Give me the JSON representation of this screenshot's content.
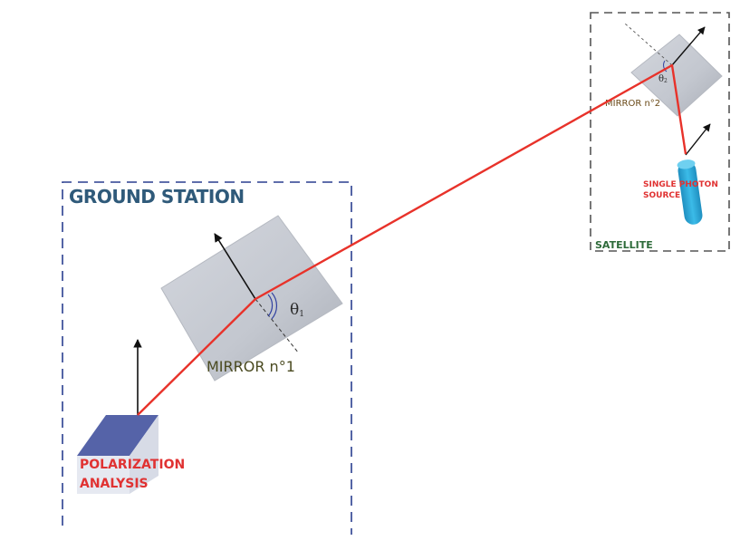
{
  "ground_station": {
    "title": "GROUND STATION",
    "mirror_label": "MIRROR n°1",
    "angle_label": "θ",
    "angle_subscript": "1",
    "analysis_label_line1": "POLARIZATION",
    "analysis_label_line2": "ANALYSIS"
  },
  "satellite": {
    "title": "SATELLITE",
    "mirror_label": "MIRROR n°2",
    "angle_label": "θ",
    "angle_subscript": "2",
    "source_label_line1": "SINGLE PHOTON",
    "source_label_line2": "SOURCE"
  },
  "colors": {
    "beam": "#e8322a",
    "ground_box_border": "#2a3f8f",
    "satellite_box_border": "#555555",
    "mirror_fill": "#c4c8d0",
    "analyzer_top": "#5563a8",
    "photon_source": "#29a8d8",
    "ground_title": "#2f5a7a",
    "satellite_title": "#2e6b3a"
  }
}
